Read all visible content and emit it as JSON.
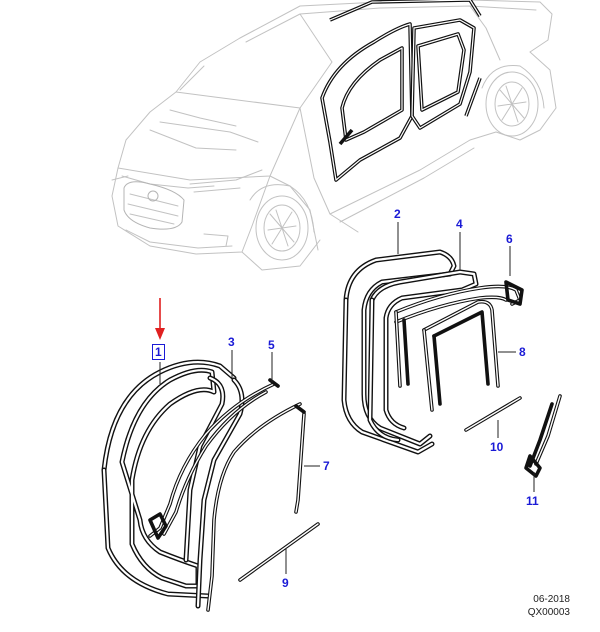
{
  "callouts": {
    "c1": "1",
    "c2": "2",
    "c3": "3",
    "c4": "4",
    "c5": "5",
    "c6": "6",
    "c7": "7",
    "c8": "8",
    "c9": "9",
    "c10": "10",
    "c11": "11"
  },
  "footer": {
    "date": "06-2018",
    "code": "QX00003"
  },
  "colors": {
    "callout_blue": "#1a1ad6",
    "pointer_red": "#e02020",
    "car_outline": "#c2c2c2",
    "seal": "#111111"
  }
}
